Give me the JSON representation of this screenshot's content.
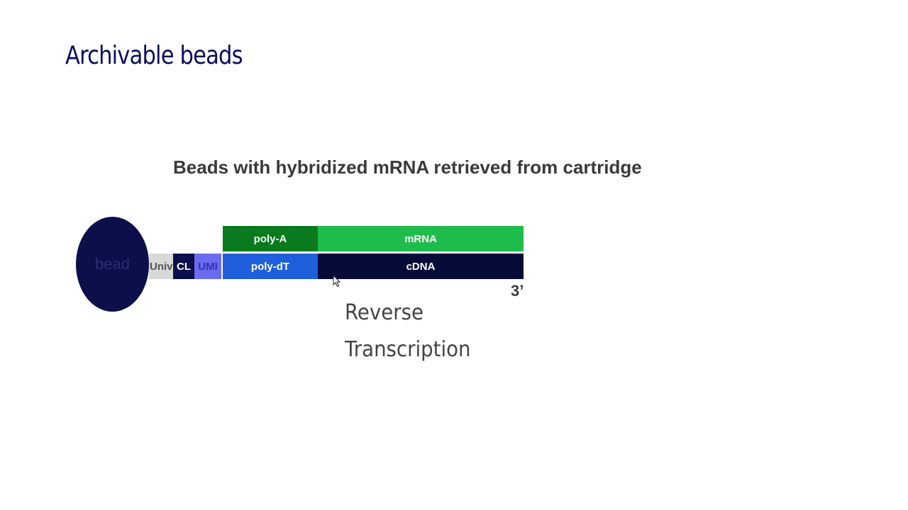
{
  "slide": {
    "title": "Archivable beads",
    "subtitle": "Beads with hybridized mRNA retrieved from cartridge"
  },
  "diagram": {
    "bead_label": "bead",
    "segments": {
      "univ": "Univ",
      "cl": "CL",
      "umi": "UMI",
      "poly_a": "poly-A",
      "mrna": "mRNA",
      "poly_dt": "poly-dT",
      "cdna": "cDNA"
    },
    "end_label": "3’",
    "step_label": "Reverse Transcription"
  },
  "colors": {
    "title": "#0a0f5a",
    "bead": "#0b0f4a",
    "poly_a": "#0a7a1e",
    "mrna": "#1ebc4a",
    "poly_dt": "#1f5fdc",
    "cdna": "#070b38",
    "umi": "#6b6bef",
    "univ": "#d9d9d9"
  },
  "icons": {
    "cursor": "mouse-pointer-icon"
  }
}
